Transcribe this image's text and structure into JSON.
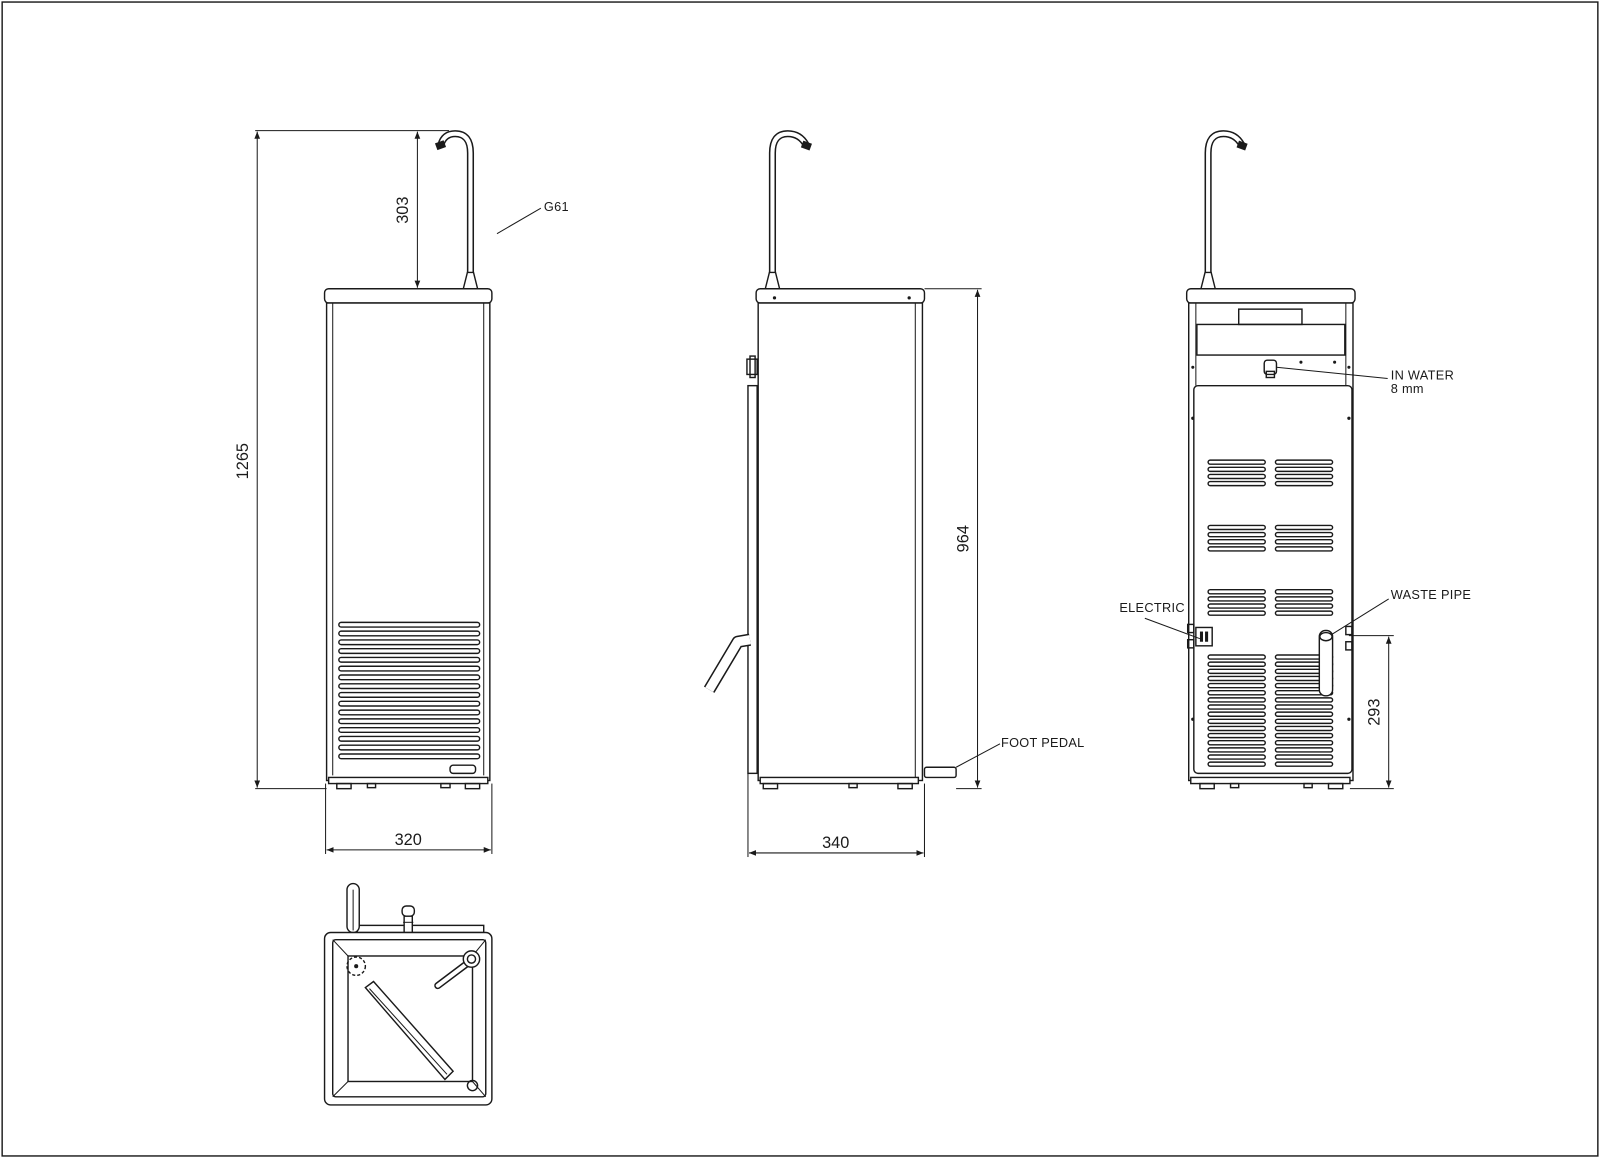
{
  "drawing": {
    "front_view": {
      "callout_spout": "G61",
      "dim_spout_height": "303",
      "dim_total_height": "1265",
      "dim_width": "320"
    },
    "side_view": {
      "dim_body_height": "964",
      "dim_depth": "340",
      "callout_pedal": "FOOT PEDAL"
    },
    "rear_view": {
      "callout_in_water": "IN WATER",
      "callout_in_water_size": "8 mm",
      "callout_electric": "ELECTRIC",
      "callout_waste": "WASTE PIPE",
      "dim_waste_height": "293"
    }
  },
  "colors": {
    "line": "#1a1a1a",
    "background": "#ffffff"
  }
}
